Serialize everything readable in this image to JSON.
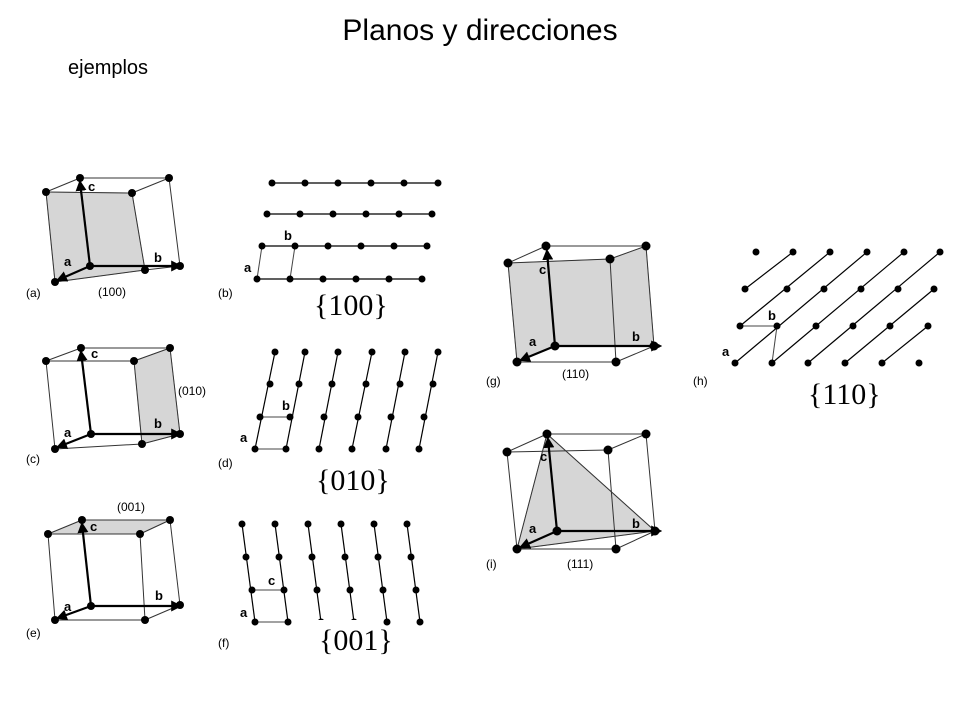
{
  "title": "Planos y direcciones",
  "subtitle": "ejemplos",
  "axis_labels": {
    "a": "a",
    "b": "b",
    "c": "c"
  },
  "panels": {
    "a": {
      "tag": "(a)",
      "plane": "(100)"
    },
    "b": {
      "tag": "(b)",
      "family": "{100}"
    },
    "c": {
      "tag": "(c)",
      "plane": "(010)"
    },
    "d": {
      "tag": "(d)",
      "family": "{010}"
    },
    "e": {
      "tag": "(e)",
      "plane": "(001)"
    },
    "f": {
      "tag": "(f)",
      "family": "{001}"
    },
    "g": {
      "tag": "(g)",
      "plane": "(110)"
    },
    "h": {
      "tag": "(h)",
      "family": "{110}"
    },
    "i": {
      "tag": "(i)",
      "plane": "(111)"
    }
  },
  "colors": {
    "plane_fill": "#d6d6d6",
    "line": "#000000",
    "background": "#ffffff"
  }
}
